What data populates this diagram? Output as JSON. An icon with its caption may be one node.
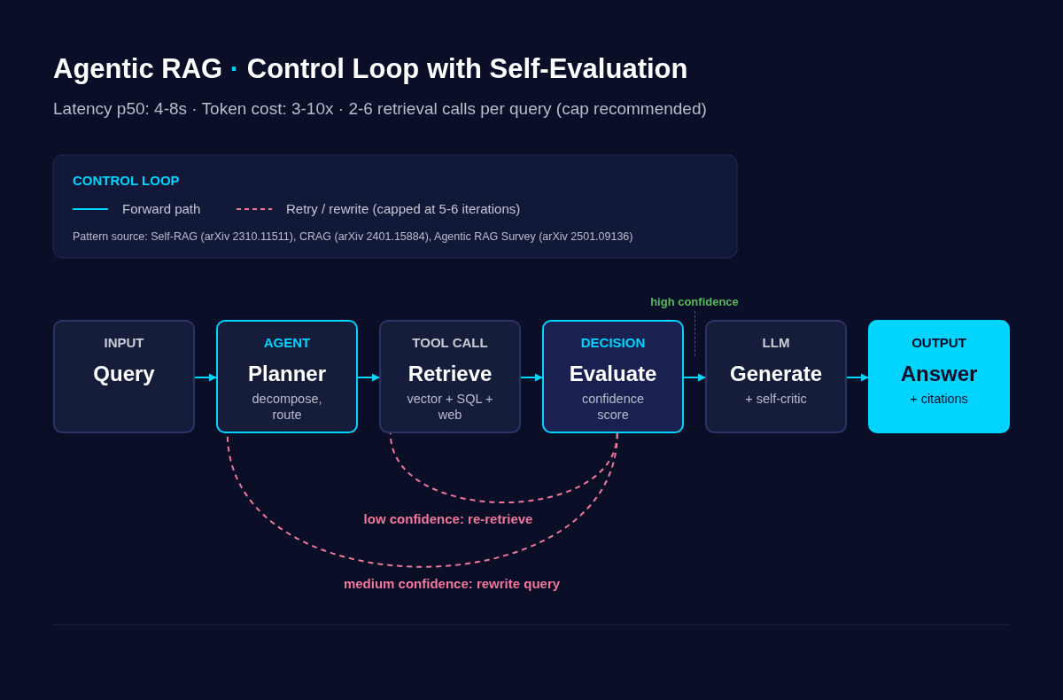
{
  "diagram": {
    "title": "Agentic RAG **·** Control Loop with Self-Evaluation",
    "nodes": [
      {
        "text": [
          "INPUT",
          "Query"
        ]
      },
      {
        "text": [
          "AGENT",
          "Planner",
          "decompose, route"
        ]
      },
      {
        "text": [
          "TOOL CALL",
          "Retrieve",
          "vector + SQL + web"
        ]
      },
      {
        "text": [
          "DECISION",
          "Evaluate",
          "confidence score"
        ]
      },
      {
        "text": [
          "LLM",
          "Generate",
          "+ self-critic"
        ]
      },
      {
        "text": [
          "OUTPUT",
          "Answer",
          "+ citations"
        ]
      }
    ],
    "edges": [
      {
        "from": 0,
        "to": 1,
        "arrow": "to"
      },
      {
        "from": 1,
        "to": 2,
        "arrow": "to"
      },
      {
        "from": 2,
        "to": 3,
        "arrow": "to"
      },
      {
        "from": 3,
        "to": 4,
        "arrow": "to"
      },
      {
        "from": 4,
        "to": 5,
        "arrow": "to"
      },
      {
        "from": 3,
        "to": 2,
        "arrow": "none",
        "style": "dashed",
        "color": "#f0789a",
        "label": "low confidence: re-retrieve"
      },
      {
        "from": 3,
        "to": 1,
        "arrow": "none",
        "style": "dashed",
        "color": "#f0789a",
        "label": "medium confidence: rewrite query"
      }
    ],
    "labels": [
      "Latency p50: 4-8s · Token cost: 3-10x · 2-6 retrieval calls per query (cap recommended)",
      "CONTROL LOOP",
      "Pattern source: Self-RAG (arXiv 2310.11511), CRAG (arXiv 2401.15884), Agentic RAG Survey (arXiv 2501.09136)",
      "high confidence"
    ],
    "legend": [
      {
        "text": "Forward path"
      },
      {
        "text": "Retry / rewrite (capped at 5-6 iterations)"
      }
    ]
  }
}
